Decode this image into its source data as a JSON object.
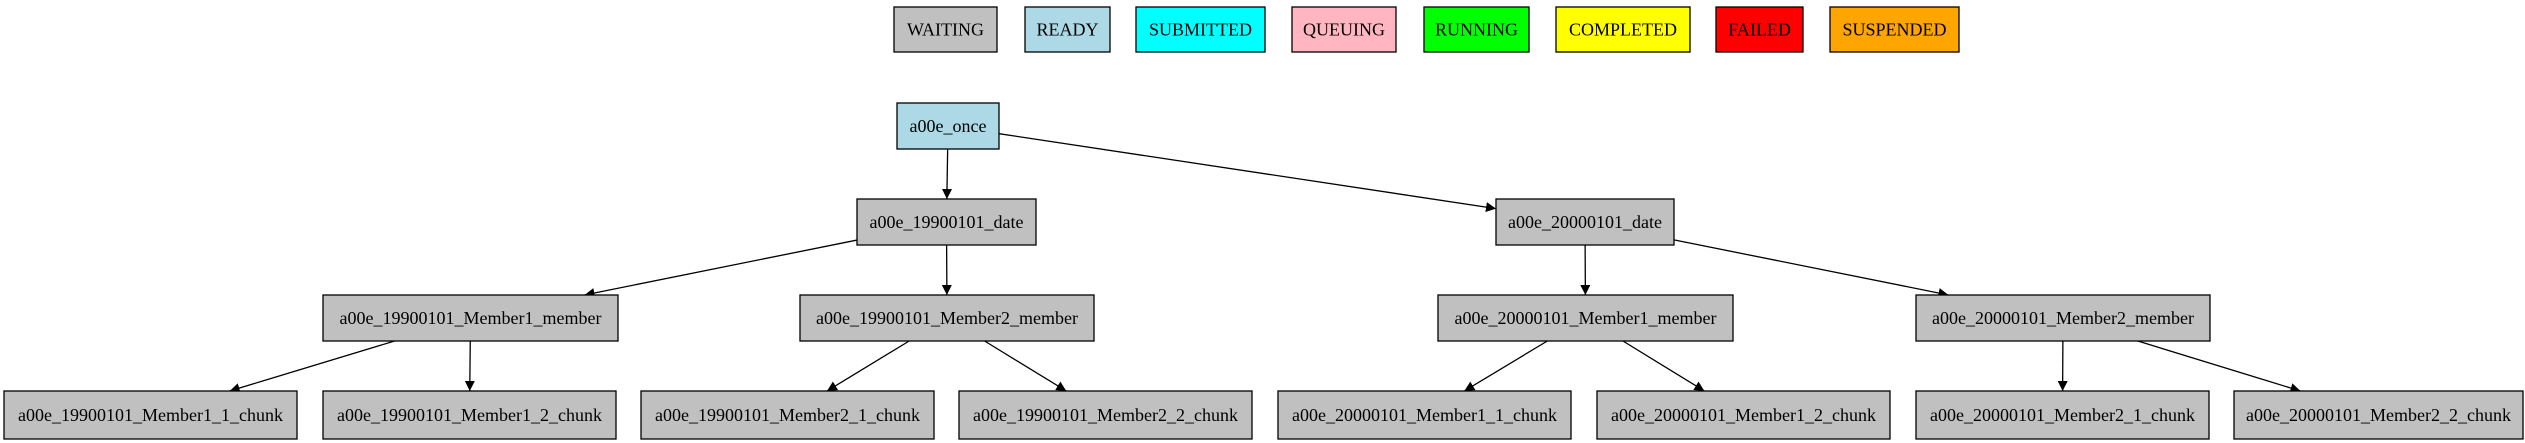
{
  "legend": [
    {
      "id": "waiting",
      "label": "WAITING",
      "color": "#c0c0c0"
    },
    {
      "id": "ready",
      "label": "READY",
      "color": "#add8e6"
    },
    {
      "id": "submitted",
      "label": "SUBMITTED",
      "color": "#00ffff"
    },
    {
      "id": "queuing",
      "label": "QUEUING",
      "color": "#ffb6c1"
    },
    {
      "id": "running",
      "label": "RUNNING",
      "color": "#00ff00"
    },
    {
      "id": "completed",
      "label": "COMPLETED",
      "color": "#ffff00"
    },
    {
      "id": "failed",
      "label": "FAILED",
      "color": "#ff0000"
    },
    {
      "id": "suspended",
      "label": "SUSPENDED",
      "color": "#ffa500"
    }
  ],
  "nodes": [
    {
      "id": "n0",
      "label": "a00e_once",
      "status": "ready"
    },
    {
      "id": "n1",
      "label": "a00e_19900101_date",
      "status": "waiting"
    },
    {
      "id": "n2",
      "label": "a00e_20000101_date",
      "status": "waiting"
    },
    {
      "id": "n3",
      "label": "a00e_19900101_Member1_member",
      "status": "waiting"
    },
    {
      "id": "n4",
      "label": "a00e_19900101_Member2_member",
      "status": "waiting"
    },
    {
      "id": "n5",
      "label": "a00e_20000101_Member1_member",
      "status": "waiting"
    },
    {
      "id": "n6",
      "label": "a00e_20000101_Member2_member",
      "status": "waiting"
    },
    {
      "id": "n7",
      "label": "a00e_19900101_Member1_1_chunk",
      "status": "waiting"
    },
    {
      "id": "n8",
      "label": "a00e_19900101_Member1_2_chunk",
      "status": "waiting"
    },
    {
      "id": "n9",
      "label": "a00e_19900101_Member2_1_chunk",
      "status": "waiting"
    },
    {
      "id": "n10",
      "label": "a00e_19900101_Member2_2_chunk",
      "status": "waiting"
    },
    {
      "id": "n11",
      "label": "a00e_20000101_Member1_1_chunk",
      "status": "waiting"
    },
    {
      "id": "n12",
      "label": "a00e_20000101_Member1_2_chunk",
      "status": "waiting"
    },
    {
      "id": "n13",
      "label": "a00e_20000101_Member2_1_chunk",
      "status": "waiting"
    },
    {
      "id": "n14",
      "label": "a00e_20000101_Member2_2_chunk",
      "status": "waiting"
    }
  ],
  "edges": [
    {
      "from": "n0",
      "to": "n1"
    },
    {
      "from": "n0",
      "to": "n2"
    },
    {
      "from": "n1",
      "to": "n3"
    },
    {
      "from": "n1",
      "to": "n4"
    },
    {
      "from": "n2",
      "to": "n5"
    },
    {
      "from": "n2",
      "to": "n6"
    },
    {
      "from": "n3",
      "to": "n7"
    },
    {
      "from": "n3",
      "to": "n8"
    },
    {
      "from": "n4",
      "to": "n9"
    },
    {
      "from": "n4",
      "to": "n10"
    },
    {
      "from": "n5",
      "to": "n11"
    },
    {
      "from": "n5",
      "to": "n12"
    },
    {
      "from": "n6",
      "to": "n13"
    },
    {
      "from": "n6",
      "to": "n14"
    }
  ]
}
